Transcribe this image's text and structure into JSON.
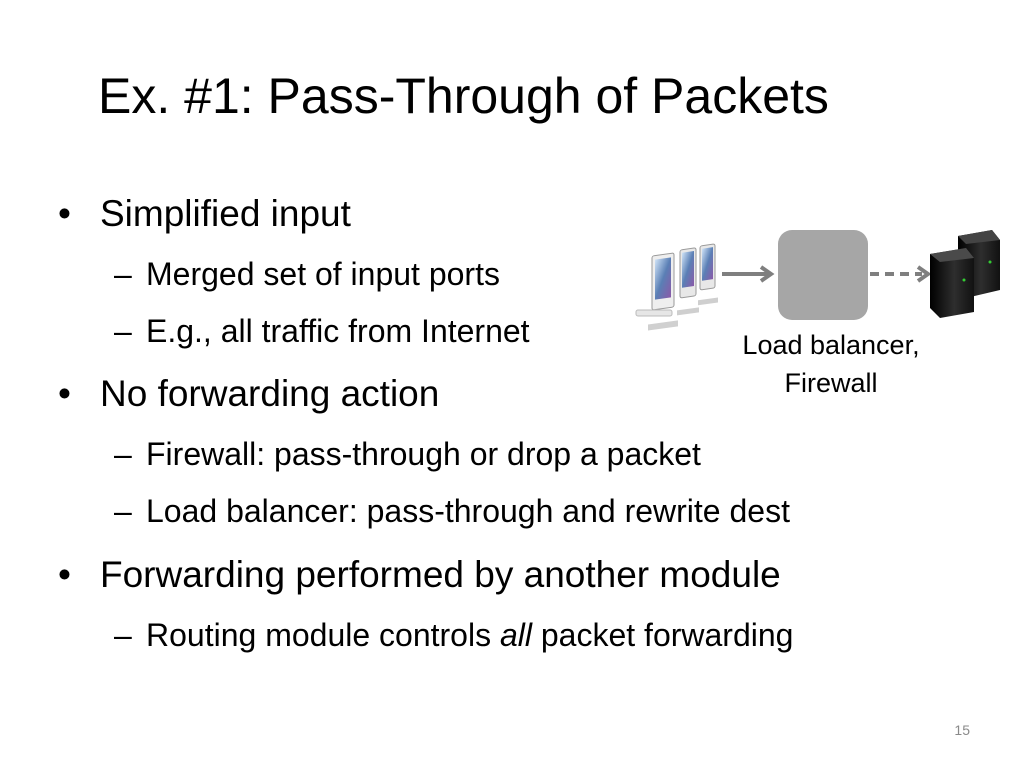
{
  "slide": {
    "title": "Ex. #1: Pass-Through of Packets",
    "page_number": "15"
  },
  "bullets": [
    {
      "text": "Simplified input",
      "subs": [
        "Merged set of input ports",
        "E.g., all traffic from Internet"
      ]
    },
    {
      "text": "No forwarding action",
      "subs": [
        "Firewall: pass-through or drop a packet",
        "Load balancer: pass-through and rewrite dest"
      ]
    },
    {
      "text": "Forwarding performed by another module",
      "subs": [
        {
          "before": "Routing module controls ",
          "emphasis": "all",
          "after": " packet forwarding"
        }
      ]
    }
  ],
  "diagram": {
    "caption_line1": "Load balancer,",
    "caption_line2": "Firewall",
    "icons": [
      "desktop-computers-icon",
      "middlebox-icon",
      "server-rack-icon"
    ],
    "colors": {
      "box": "#a6a6a6",
      "arrow": "#7f7f7f",
      "server": "#1a1a1a"
    }
  },
  "markers": {
    "bullet": "•",
    "dash": "–"
  }
}
